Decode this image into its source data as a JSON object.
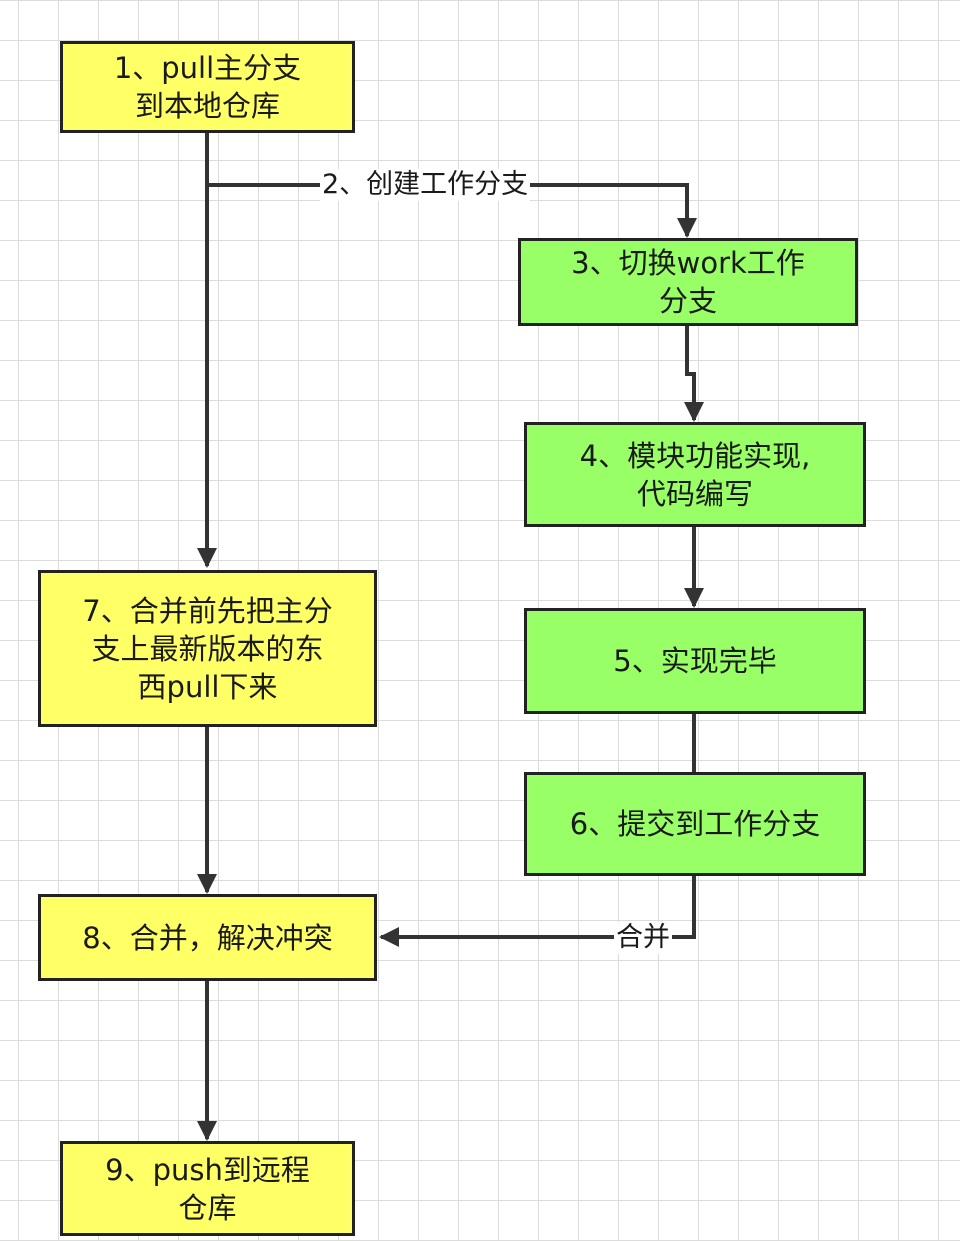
{
  "colors": {
    "main_branch_node": "#ffff66",
    "work_branch_node": "#99ff66",
    "border": "#222222",
    "edge": "#333333",
    "grid": "#dcdcdc"
  },
  "nodes": {
    "n1": "1、pull主分支\n到本地仓库",
    "n3": "3、切换work工作\n分支",
    "n4": "4、模块功能实现,\n代码编写",
    "n5": "5、实现完毕",
    "n6": "6、提交到工作分支",
    "n7": "7、合并前先把主分\n支上最新版本的东\n西pull下来",
    "n8": "8、合并，解决冲突",
    "n9": "9、push到远程\n仓库"
  },
  "edge_labels": {
    "create_work_branch": "2、创建工作分支",
    "merge": "合并"
  }
}
